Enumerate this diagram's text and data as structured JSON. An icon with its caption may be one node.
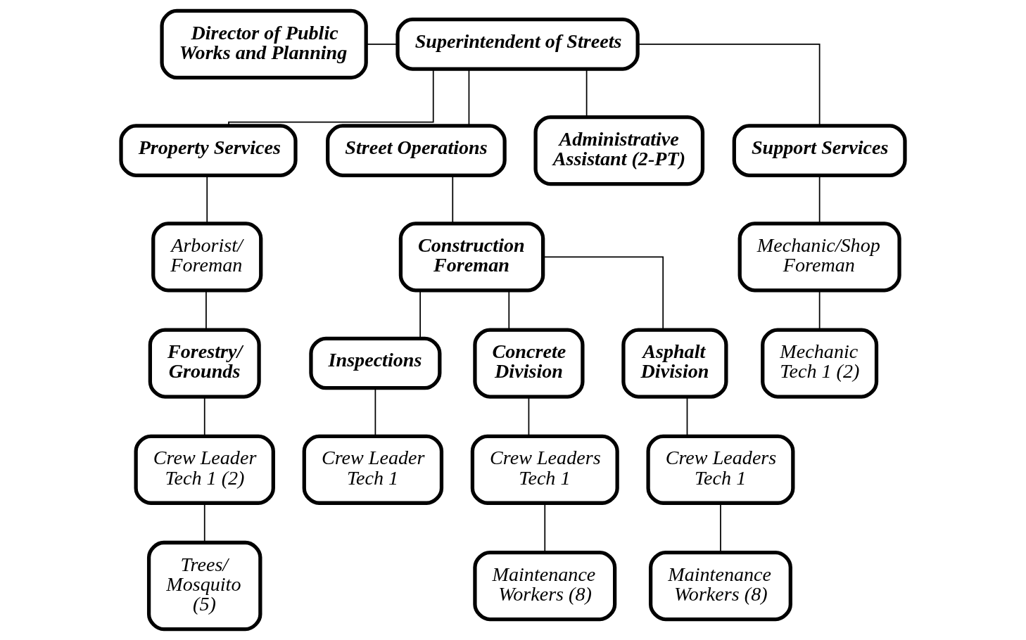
{
  "diagram": {
    "nodes": [
      {
        "text": [
          "Director of Public Works and Planning"
        ]
      },
      {
        "text": [
          "Superintendent of Streets"
        ]
      },
      {
        "text": [
          "Property Services"
        ]
      },
      {
        "text": [
          "Street Operations"
        ]
      },
      {
        "text": [
          "Administrative Assistant (2-PT)"
        ]
      },
      {
        "text": [
          "Support Services"
        ]
      },
      {
        "text": [
          "Arborist/ Foreman"
        ]
      },
      {
        "text": [
          "Construction Foreman"
        ]
      },
      {
        "text": [
          "Mechanic/Shop Foreman"
        ]
      },
      {
        "text": [
          "Forestry/ Grounds"
        ]
      },
      {
        "text": [
          "Inspections"
        ]
      },
      {
        "text": [
          "Concrete Division"
        ]
      },
      {
        "text": [
          "Asphalt Division"
        ]
      },
      {
        "text": [
          "Mechanic Tech 1 (2)"
        ]
      },
      {
        "text": [
          "Crew Leader Tech 1 (2)"
        ]
      },
      {
        "text": [
          "Crew Leader Tech 1"
        ]
      },
      {
        "text": [
          "Crew Leaders Tech 1"
        ]
      },
      {
        "text": [
          "Crew Leaders Tech 1"
        ]
      },
      {
        "text": [
          "Trees/ Mosquito (5)"
        ]
      },
      {
        "text": [
          "Maintenance Workers (8)"
        ]
      },
      {
        "text": [
          "Maintenance Workers (8)"
        ]
      }
    ],
    "edges": [
      {
        "from": 0,
        "to": 1,
        "arrow": "none"
      },
      {
        "from": 1,
        "to": 2,
        "arrow": "none"
      },
      {
        "from": 1,
        "to": 3,
        "arrow": "none"
      },
      {
        "from": 1,
        "to": 4,
        "arrow": "none"
      },
      {
        "from": 1,
        "to": 5,
        "arrow": "none"
      },
      {
        "from": 2,
        "to": 6,
        "arrow": "none"
      },
      {
        "from": 6,
        "to": 9,
        "arrow": "none"
      },
      {
        "from": 9,
        "to": 14,
        "arrow": "none"
      },
      {
        "from": 14,
        "to": 18,
        "arrow": "none"
      },
      {
        "from": 3,
        "to": 7,
        "arrow": "none"
      },
      {
        "from": 7,
        "to": 10,
        "arrow": "none"
      },
      {
        "from": 7,
        "to": 11,
        "arrow": "none"
      },
      {
        "from": 7,
        "to": 12,
        "arrow": "none"
      },
      {
        "from": 10,
        "to": 15,
        "arrow": "none"
      },
      {
        "from": 11,
        "to": 16,
        "arrow": "none"
      },
      {
        "from": 16,
        "to": 19,
        "arrow": "none"
      },
      {
        "from": 12,
        "to": 17,
        "arrow": "none"
      },
      {
        "from": 17,
        "to": 20,
        "arrow": "none"
      },
      {
        "from": 5,
        "to": 8,
        "arrow": "none"
      },
      {
        "from": 8,
        "to": 13,
        "arrow": "none"
      }
    ]
  }
}
